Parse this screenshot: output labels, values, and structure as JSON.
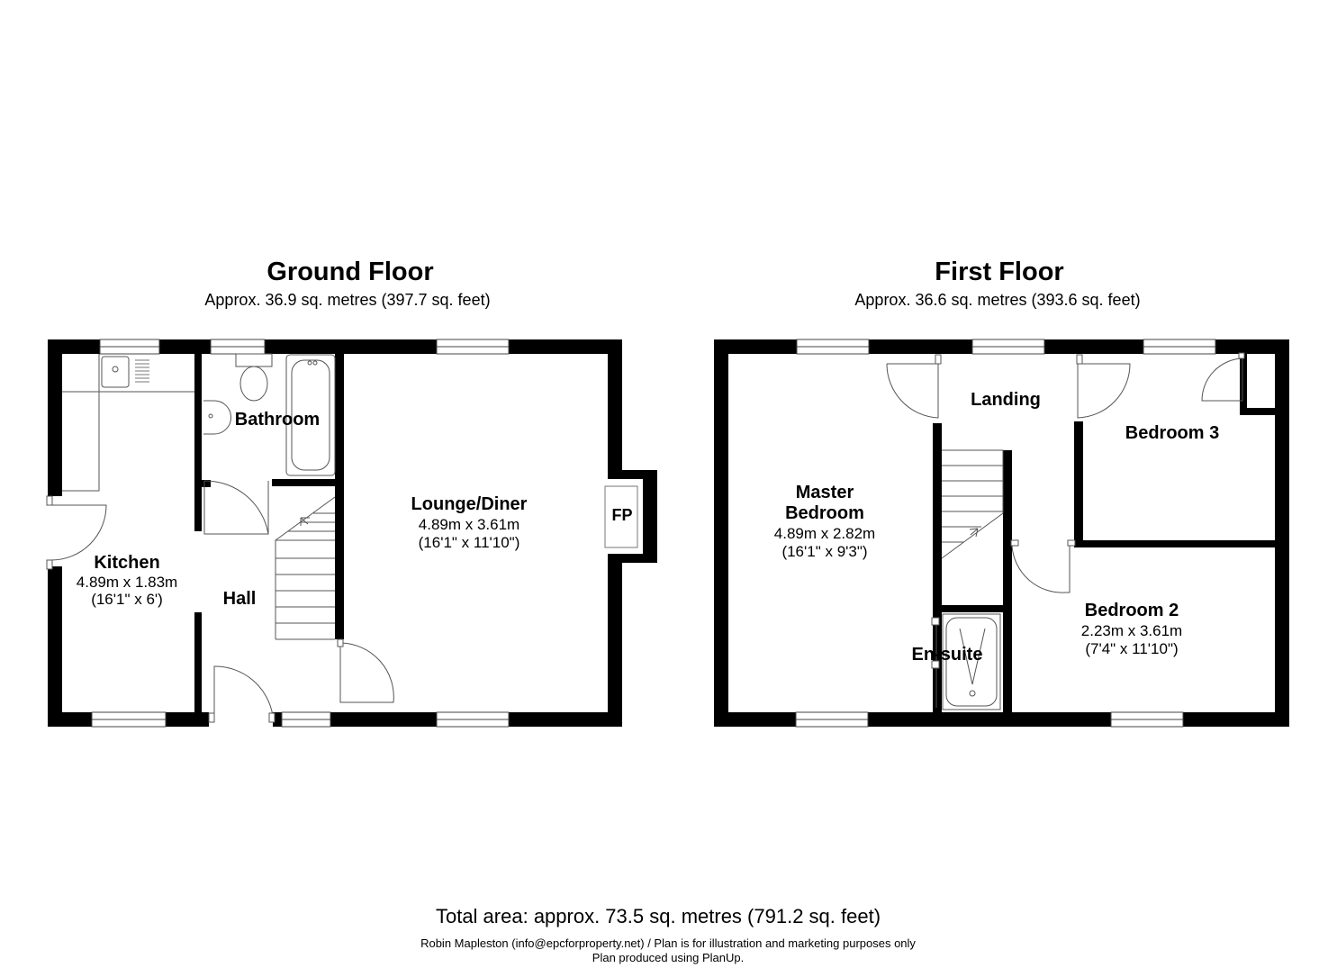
{
  "ground_floor": {
    "title": "Ground Floor",
    "area": "Approx. 36.9 sq. metres (397.7 sq. feet)",
    "rooms": {
      "kitchen": {
        "name": "Kitchen",
        "metric": "4.89m x 1.83m",
        "imperial": "(16'1\" x 6')"
      },
      "bathroom": {
        "name": "Bathroom"
      },
      "hall": {
        "name": "Hall"
      },
      "lounge": {
        "name": "Lounge/Diner",
        "metric": "4.89m x 3.61m",
        "imperial": "(16'1\" x 11'10\")"
      },
      "fireplace": {
        "name": "FP"
      }
    }
  },
  "first_floor": {
    "title": "First Floor",
    "area": "Approx. 36.6 sq. metres (393.6 sq. feet)",
    "rooms": {
      "landing": {
        "name": "Landing"
      },
      "master": {
        "name_line1": "Master",
        "name_line2": "Bedroom",
        "metric": "4.89m x 2.82m",
        "imperial": "(16'1\" x 9'3\")"
      },
      "bedroom3": {
        "name": "Bedroom 3"
      },
      "bedroom2": {
        "name": "Bedroom 2",
        "metric": "2.23m x 3.61m",
        "imperial": "(7'4\" x 11'10\")"
      },
      "ensuite": {
        "name": "En-suite"
      }
    }
  },
  "total_area": "Total area: approx. 73.5 sq. metres (791.2 sq. feet)",
  "footer": {
    "line1": "Robin Mapleston (info@epcforproperty.net) / Plan is for illustration and marketing purposes only",
    "line2": "Plan produced using PlanUp."
  },
  "colors": {
    "wall": "#000000",
    "background": "#ffffff",
    "fixture_stroke": "#555555"
  }
}
